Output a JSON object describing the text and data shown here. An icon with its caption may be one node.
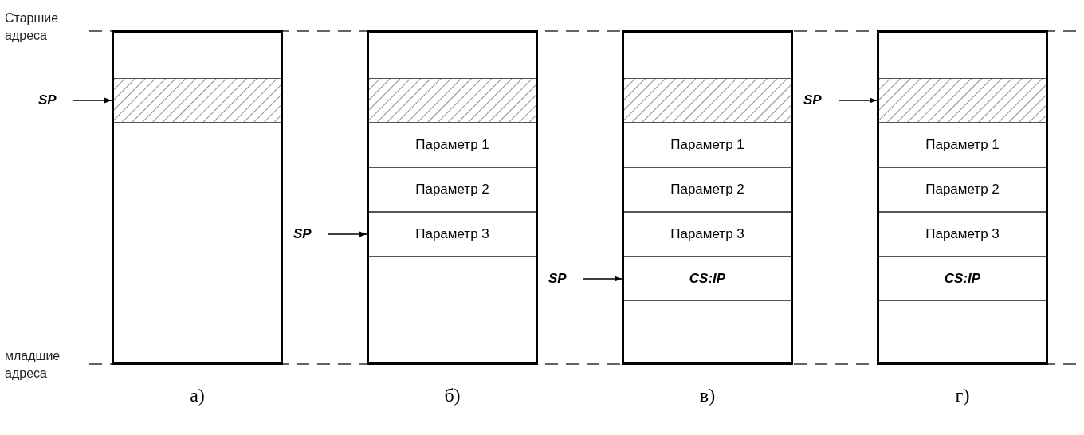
{
  "diagram": {
    "nodes": [
      {
        "text": [],
        "shape": "box",
        "beside": [
          "а)"
        ]
      },
      {
        "text": [],
        "shape": "bar",
        "in": 0
      },
      {
        "text": [
          "SP"
        ]
      },
      {
        "text": [],
        "shape": "box",
        "beside": [
          "б)"
        ]
      },
      {
        "text": [],
        "shape": "bar",
        "in": 3
      },
      {
        "text": [
          "Параметр 1"
        ],
        "in": 3
      },
      {
        "text": [
          "Параметр 2"
        ],
        "in": 3
      },
      {
        "text": [
          "Параметр 3"
        ],
        "in": 3
      },
      {
        "text": [
          "SP"
        ]
      },
      {
        "text": [],
        "shape": "box",
        "beside": [
          "в)"
        ]
      },
      {
        "text": [],
        "shape": "bar",
        "in": 9
      },
      {
        "text": [
          "Параметр 1"
        ],
        "in": 9
      },
      {
        "text": [
          "Параметр 2"
        ],
        "in": 9
      },
      {
        "text": [
          "Параметр 3"
        ],
        "in": 9
      },
      {
        "text": [
          "CS:IP"
        ],
        "in": 9
      },
      {
        "text": [
          "SP"
        ]
      },
      {
        "text": [],
        "shape": "box",
        "beside": [
          "г)"
        ]
      },
      {
        "text": [],
        "shape": "bar",
        "in": 16
      },
      {
        "text": [
          "Параметр 1"
        ],
        "in": 16
      },
      {
        "text": [
          "Параметр 2"
        ],
        "in": 16
      },
      {
        "text": [
          "Параметр 3"
        ],
        "in": 16
      },
      {
        "text": [
          "CS:IP"
        ],
        "in": 16
      },
      {
        "text": [
          "SP"
        ]
      }
    ],
    "edges": [
      {
        "from": 2,
        "to": 1,
        "arrow": "to"
      },
      {
        "from": 8,
        "to": 7,
        "arrow": "to"
      },
      {
        "from": 15,
        "to": 14,
        "arrow": "to"
      },
      {
        "from": 22,
        "to": 17,
        "arrow": "to"
      }
    ],
    "labels": [
      "Старшие адреса",
      "младшие адреса"
    ]
  }
}
